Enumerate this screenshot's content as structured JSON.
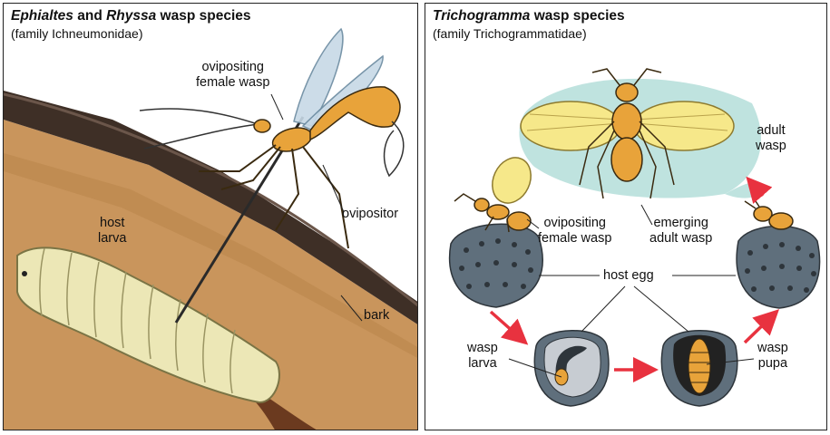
{
  "left_panel": {
    "title_italic_1": "Ephialtes",
    "title_plain_1": " and ",
    "title_italic_2": "Rhyssa",
    "title_plain_2": " wasp species",
    "subtitle": "(family Ichneumonidae)",
    "labels": {
      "ovipositing_1": "ovipositing",
      "ovipositing_2": "female wasp",
      "ovipositor": "ovipositor",
      "host_1": "host",
      "host_2": "larva",
      "bark": "bark"
    }
  },
  "right_panel": {
    "title_italic": "Trichogramma",
    "title_plain": " wasp species",
    "subtitle": "(family Trichogrammatidae)",
    "labels": {
      "adult_1": "adult",
      "adult_2": "wasp",
      "ovipositing_1": "ovipositing",
      "ovipositing_2": "female wasp",
      "emerging_1": "emerging",
      "emerging_2": "adult wasp",
      "host_egg": "host egg",
      "larva_1": "wasp",
      "larva_2": "larva",
      "pupa_1": "wasp",
      "pupa_2": "pupa"
    }
  },
  "colors": {
    "wood": "#c9955c",
    "bark": "#3e2f26",
    "larva": "#ece7b6",
    "wing": "#f6e88a",
    "body": "#e8a33a",
    "egg": "#5f6f7c",
    "halo": "#bfe3df",
    "arrow": "#e8323f"
  }
}
